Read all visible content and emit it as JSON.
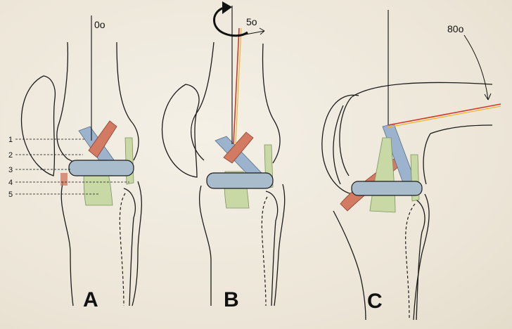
{
  "panels": [
    {
      "label": "A",
      "angle": "0o"
    },
    {
      "label": "B",
      "angle": "5o"
    },
    {
      "label": "C",
      "angle": "80o"
    }
  ],
  "leaders": [
    "1",
    "2",
    "3",
    "4",
    "5"
  ],
  "colors": {
    "acl": "#d27a62",
    "pcl": "#9bb3cc",
    "meniscus": "#a9bccc",
    "ligament_green": "#c8d9a6",
    "axis_red": "#d13a2a",
    "axis_yellow": "#f0b428",
    "ink": "#1b1b1b"
  },
  "icons": [
    "rotation-arrow-icon"
  ]
}
